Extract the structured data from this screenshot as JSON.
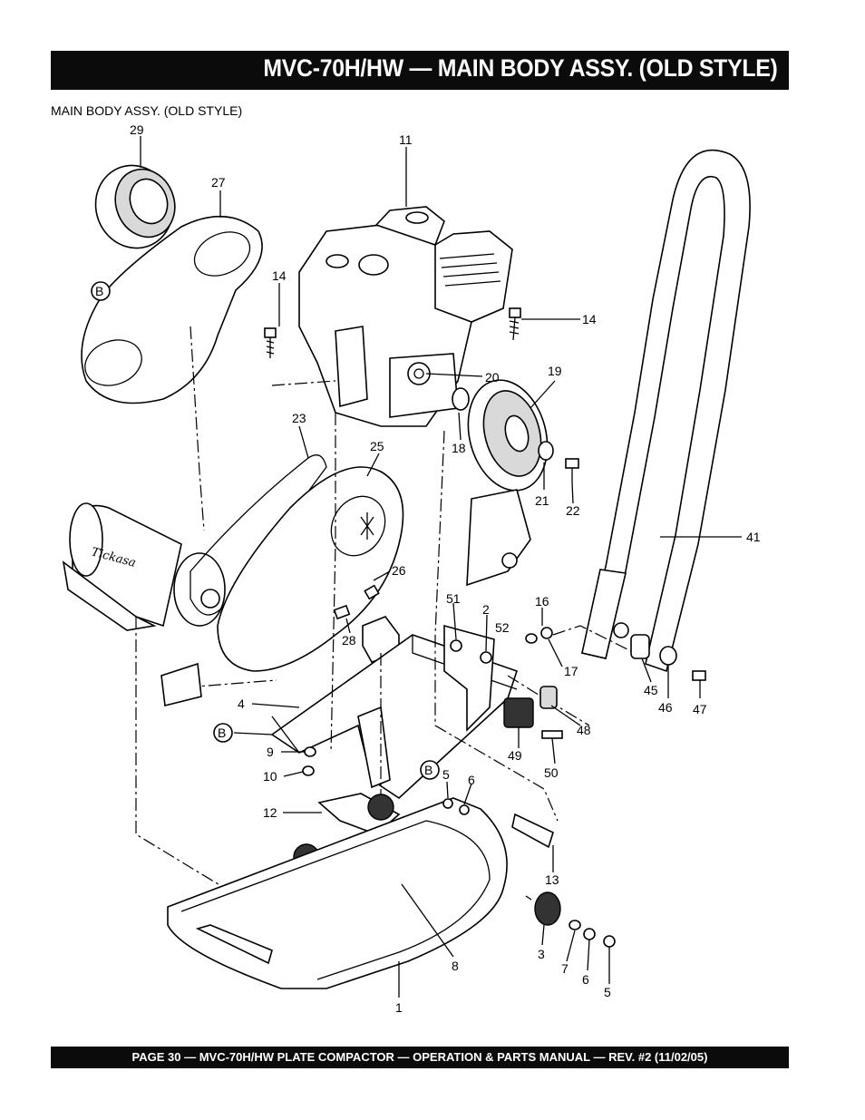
{
  "header": {
    "title": "MVC-70H/HW — MAIN BODY ASSY. (OLD  STYLE)"
  },
  "figure": {
    "caption": "MAIN BODY ASSY. (OLD STYLE)",
    "callouts": {
      "c29": "29",
      "c27": "27",
      "c11": "11",
      "c14a": "14",
      "c14b": "14",
      "c20": "20",
      "c19": "19",
      "c18": "18",
      "c23": "23",
      "c25": "25",
      "c21": "21",
      "c22": "22",
      "c41": "41",
      "c26": "26",
      "c28": "28",
      "c51": "51",
      "c2": "2",
      "c52": "52",
      "c16": "16",
      "c17": "17",
      "c4": "4",
      "c45": "45",
      "c46": "46",
      "c47": "47",
      "c48": "48",
      "c49": "49",
      "c50": "50",
      "c9": "9",
      "c10": "10",
      "c5a": "5",
      "c6a": "6",
      "c12": "12",
      "c13": "13",
      "c8": "8",
      "c3": "3",
      "c7": "7",
      "c6b": "6",
      "c5b": "5",
      "c1": "1"
    },
    "reference_marks": {
      "ba": "B",
      "bb": "B",
      "bc": "B"
    },
    "logo_text": "Tickasa"
  },
  "footer": {
    "text": "PAGE 30 —  MVC-70H/HW PLATE COMPACTOR —  OPERATION & PARTS  MANUAL — REV. #2 (11/02/05)"
  }
}
